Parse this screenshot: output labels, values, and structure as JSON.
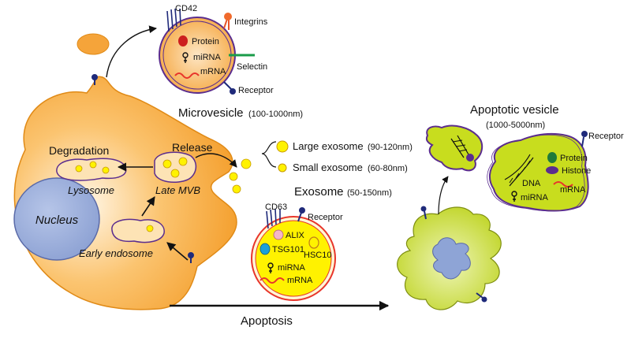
{
  "cell": {
    "nucleus": "Nucleus",
    "degradation": "Degradation",
    "release": "Release",
    "lysosome": "Lysosome",
    "late_mvb": "Late MVB",
    "early_endosome": "Early endosome"
  },
  "microvesicle": {
    "title": "Microvesicle",
    "size": "(100-1000nm)",
    "labels": {
      "cd42": "CD42",
      "integrins": "Integrins",
      "protein": "Protein",
      "mirna": "miRNA",
      "mrna": "mRNA",
      "selectin": "Selectin",
      "receptor": "Receptor"
    }
  },
  "exosome": {
    "title": "Exosome",
    "size": "(50-150nm)",
    "large_label": "Large exosome",
    "large_size": "(90-120nm)",
    "small_label": "Small exosome",
    "small_size": "(60-80nm)",
    "labels": {
      "cd63": "CD63",
      "receptor": "Receptor",
      "alix": "ALIX",
      "tsg101": "TSG101",
      "hsc10": "HSC10",
      "mirna": "miRNA",
      "mrna": "mRNA"
    }
  },
  "apoptotic": {
    "title": "Apoptotic vesicle",
    "size": "(1000-5000nm)",
    "labels": {
      "receptor": "Receptor",
      "protein": "Protein",
      "histone": "Histone",
      "dna": "DNA",
      "mrna": "mRNA",
      "mirna": "miRNA"
    }
  },
  "process": {
    "apoptosis": "Apoptosis"
  },
  "colors": {
    "cell_orange": "#f7a12e",
    "cell_light": "#fde3b5",
    "membrane_purple": "#5b2d8e",
    "exosome_yellow": "#fff200",
    "apoptotic_green": "#c8dd1e",
    "nucleus_blue": "#8ea4d6",
    "receptor_navy": "#1f2a7a",
    "protein_red": "#cc1f1f",
    "mrna_red": "#e8352b",
    "selectin_green": "#1a9c4a"
  }
}
